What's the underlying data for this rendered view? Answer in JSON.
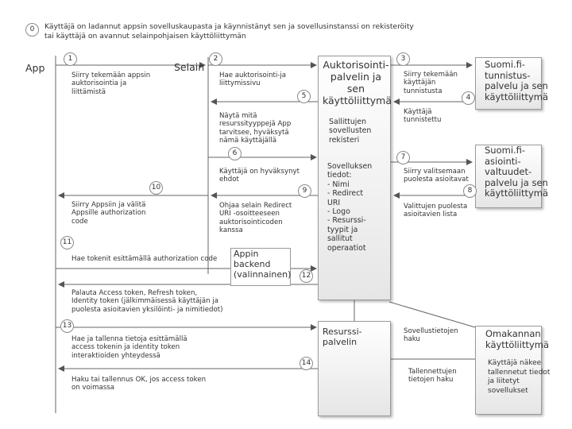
{
  "header": {
    "step": "0",
    "text": "Käyttäjä on ladannut appsin sovelluskaupasta ja käynnistänyt sen ja sovellusinstanssi on rekisteröity\ntai käyttäjä on avannut selainpohjaisen käyttöliittymän"
  },
  "actors": {
    "app": "App",
    "browser": "Selain",
    "auth_server": "Auktorisointi-\npalvelin ja sen\nkäyttöliittymä",
    "registry": "Sallittujen\nsovellusten\nrekisteri",
    "registry_details": "Sovelluksen\ntiedot:\n-  Nimi\n-  Redirect\n   URI\n-  Logo\n-  Resurssi-\n   tyypit ja\n   sallitut\n   operaatiot",
    "backend": "Appin\nbackend\n(valinnainen)",
    "suomi_auth": "Suomi.fi-\ntunnistus-\npalvelu ja sen\nkäyttöliittymä",
    "suomi_authz": "Suomi.fi-\nasiointi-\nvaltuudet-\npalvelu ja sen\nkäyttöliittymä",
    "resource": "Resurssi-\npalvelin",
    "omakannan": "Omakannan\nkäyttöliittymä",
    "omakannan_note": "Käyttäjä näkee\ntallennetut tiedot\nja liitetyt\nsovellukset"
  },
  "steps": [
    {
      "num": "1",
      "text": "Siirry tekemään appsin\nauktorisointia ja\nliittämistä"
    },
    {
      "num": "2",
      "text": "Hae auktorisointi-ja\nliittymissivu"
    },
    {
      "num": "3",
      "text": "Siirry tekemään\nkäyttäjän\ntunnistusta"
    },
    {
      "num": "4",
      "text": "Käyttäjä\ntunnistettu"
    },
    {
      "num": "5",
      "text": "Näytä mitä\nresurssityyppejä App\ntarvitsee, hyväksytä\nnämä käyttäjällä"
    },
    {
      "num": "6",
      "text": "Käyttäjä on hyväksynyt\nehdot"
    },
    {
      "num": "7",
      "text": "Siirry valitsemaan\npuolesta asioitavat"
    },
    {
      "num": "8",
      "text": "Valittujen puolesta\nasioitavien lista"
    },
    {
      "num": "9",
      "text": "Ohjaa selain Redirect\nURI -osoitteeseen\nauktorisointicoden\nkanssa"
    },
    {
      "num": "10",
      "text": "Siirry Appsiin ja välitä\nAppsille authorization\ncode"
    },
    {
      "num": "11",
      "text": "Hae tokenit esittämällä authorization code"
    },
    {
      "num": "12",
      "text": "Palauta Access token, Refresh token,\nIdentity token (jälkimmäisessä käyttäjän ja\npuolesta asioitavien yksilöinti- ja nimitiedot)"
    },
    {
      "num": "13",
      "text": "Hae ja tallenna tietoja esittämällä\naccess tokenin ja identity token\ninteraktioiden yhteydessä"
    },
    {
      "num": "14",
      "text": "Haku tai tallennus OK, jos access token\non voimassa"
    }
  ],
  "edge_labels": {
    "sovellustietojen_haku": "Sovellustietojen\nhaku",
    "tallennettujen_haku": "Tallennettujen\ntietojen haku"
  }
}
